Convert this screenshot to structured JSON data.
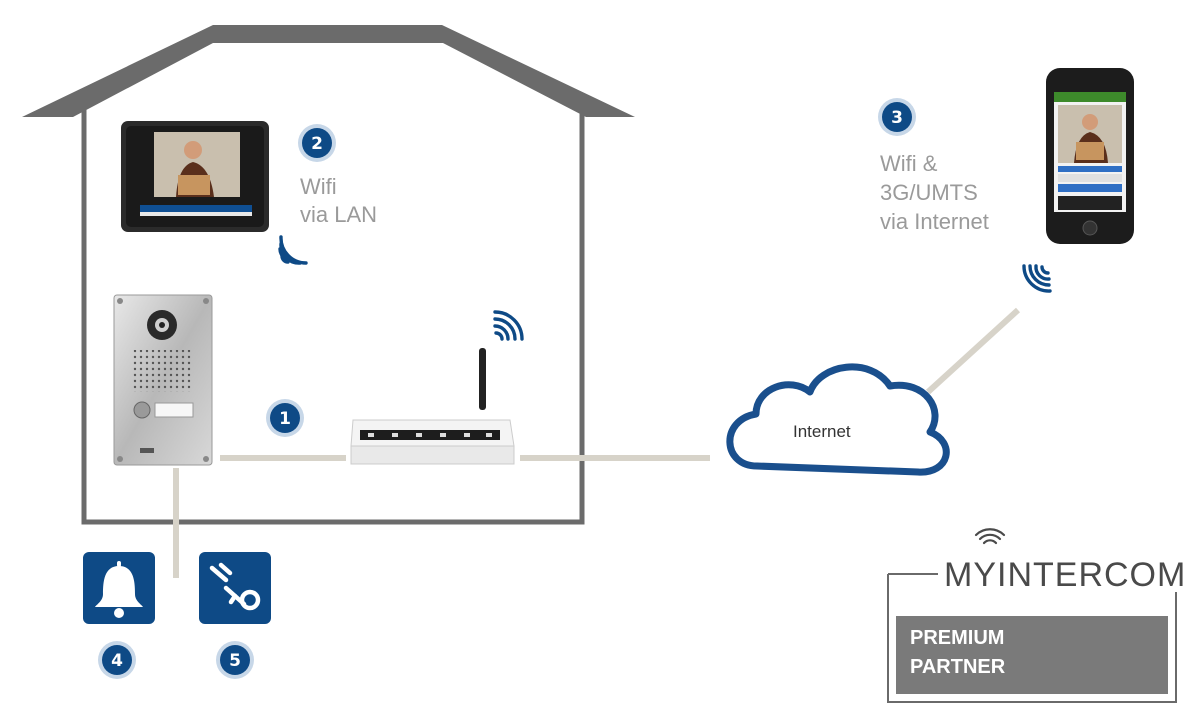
{
  "colors": {
    "badge": "#0e4a86",
    "badge_ring": "#c7d7e8",
    "house": "#6b6b6b",
    "link_line": "#d7d3c9",
    "cloud": "#1a4f8d",
    "caption": "#9a9a9a",
    "premium_box": "#7a7a7a"
  },
  "nodes": {
    "lan": {
      "number": "1"
    },
    "monitor": {
      "number": "2",
      "caption_line1": "Wifi",
      "caption_line2": "via LAN"
    },
    "phone": {
      "number": "3",
      "caption_line1": "Wifi &",
      "caption_line2": "3G/UMTS",
      "caption_line3": "via Internet"
    },
    "bell": {
      "number": "4",
      "icon": "bell-icon"
    },
    "door_opener": {
      "number": "5",
      "icon": "key-icon"
    }
  },
  "cloud": {
    "label": "Internet"
  },
  "logo": {
    "brand": "MYINTERCOM",
    "badge_line1": "PREMIUM",
    "badge_line2": "PARTNER"
  }
}
